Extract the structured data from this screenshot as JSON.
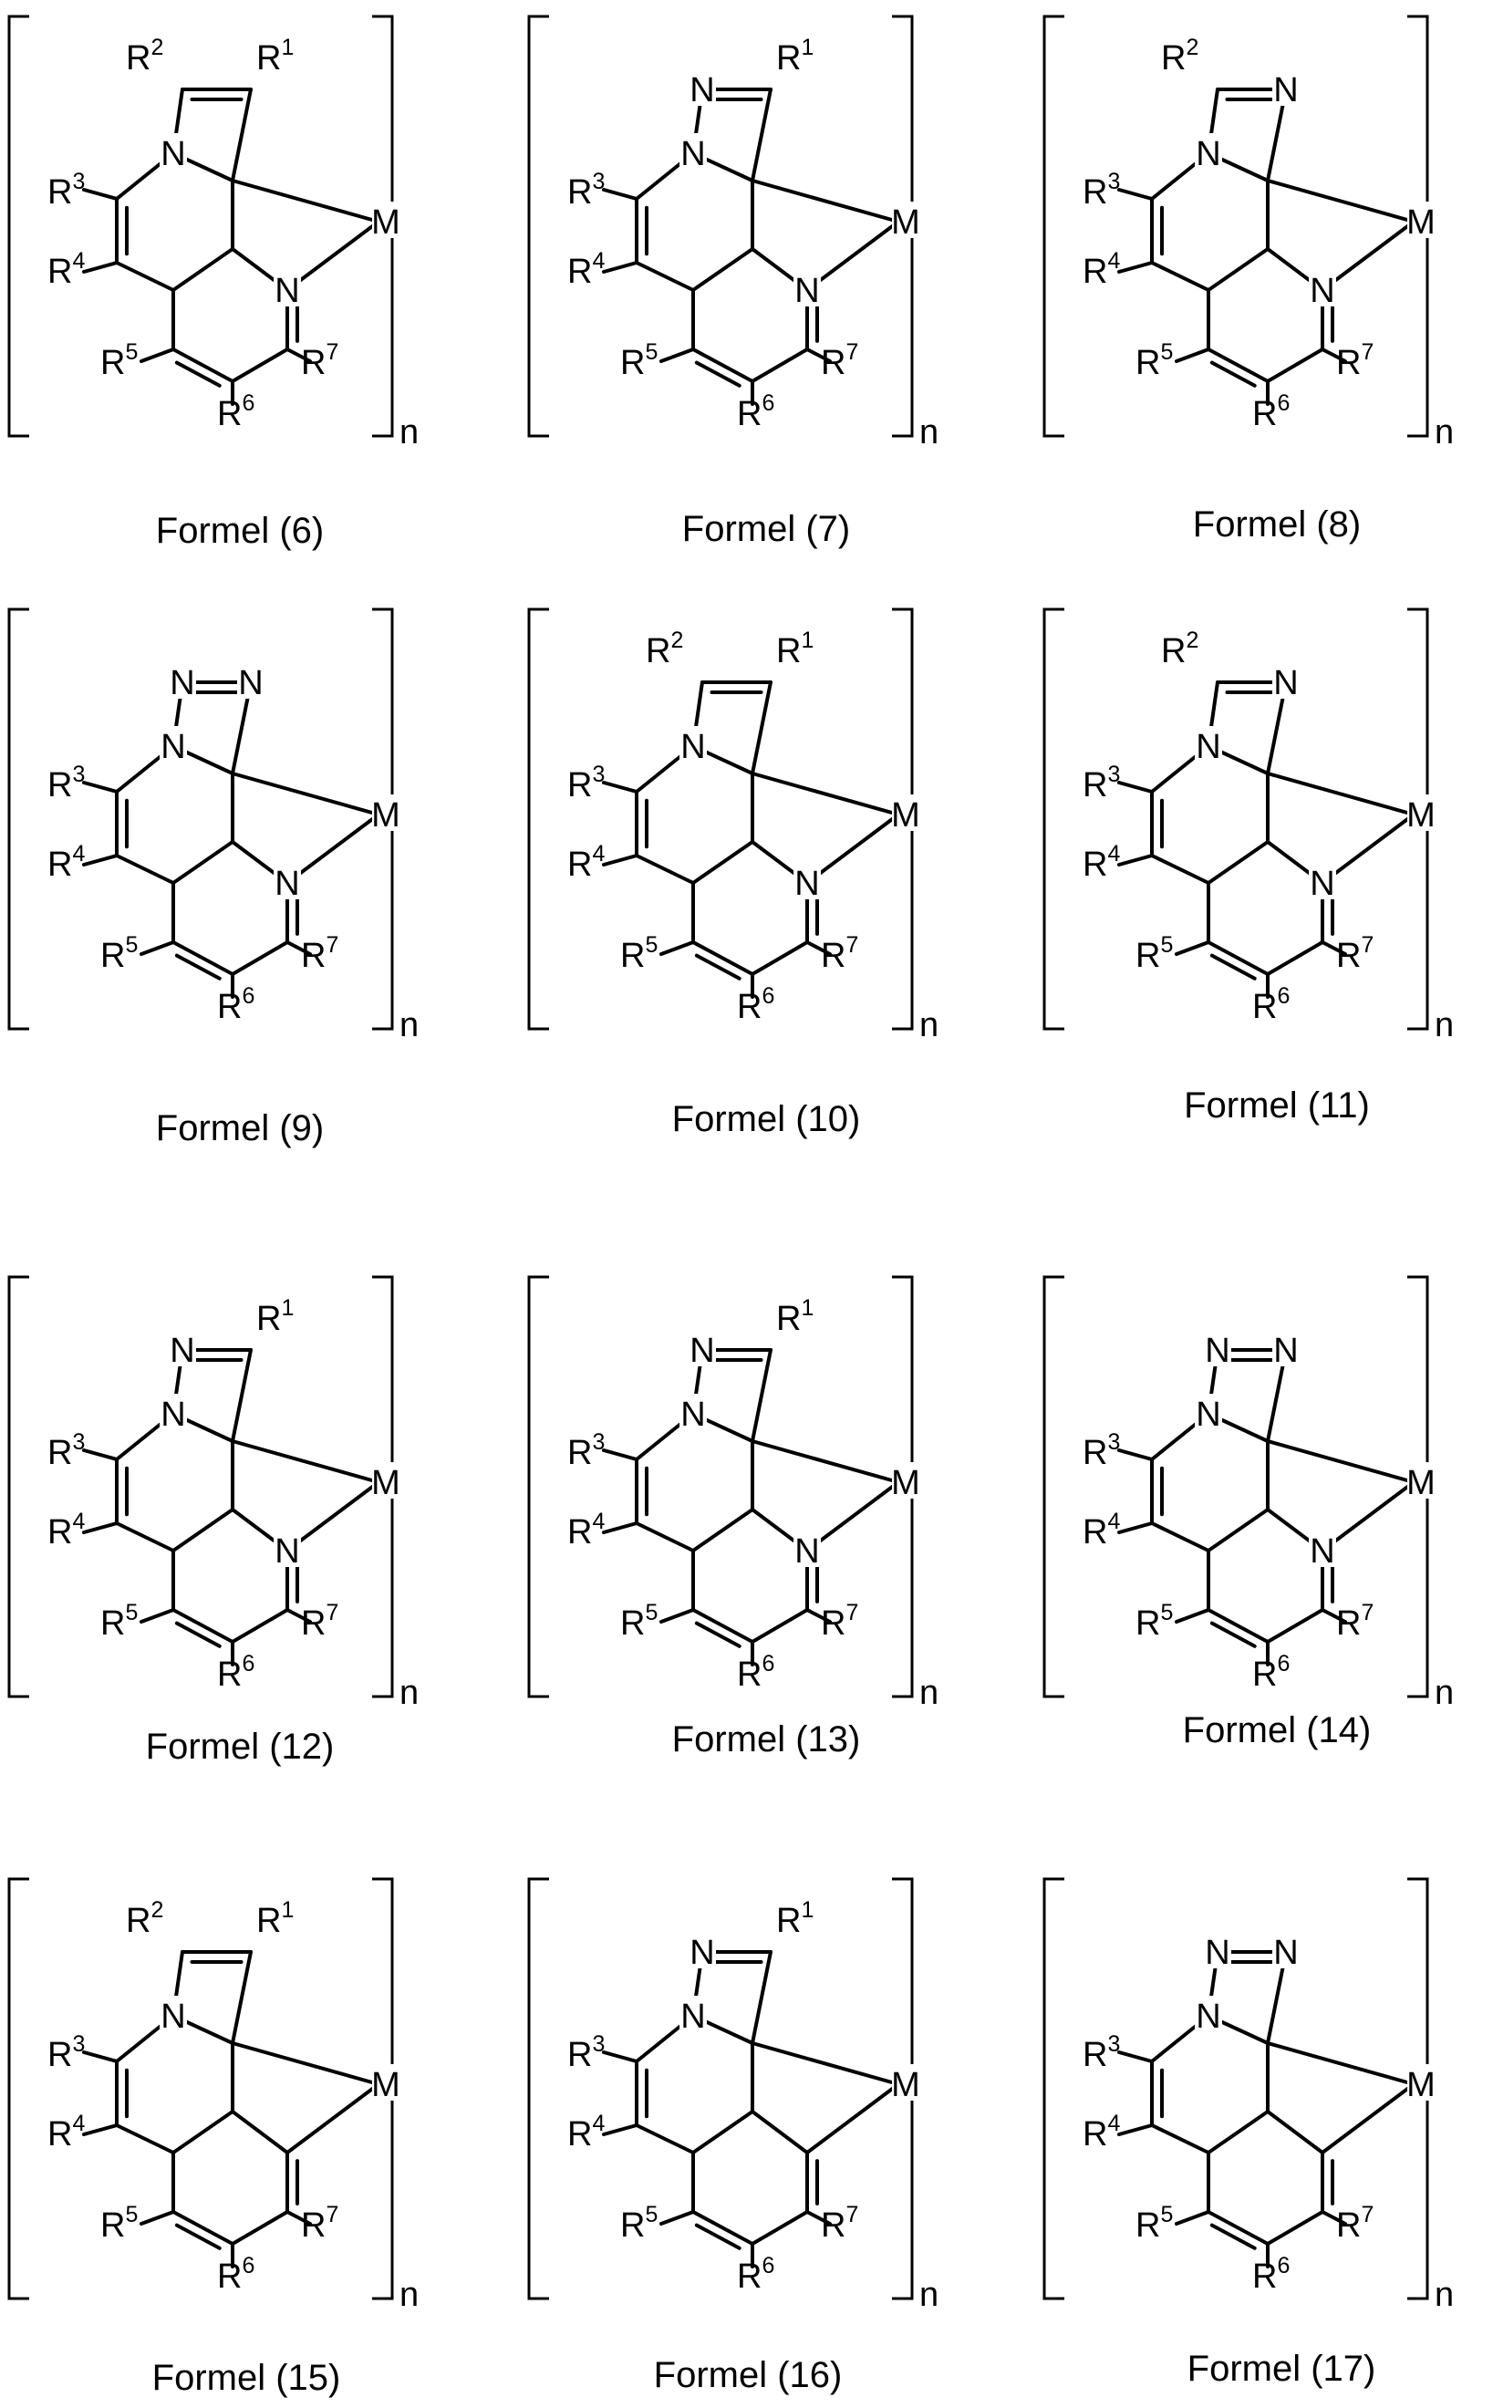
{
  "page": {
    "background": "#ffffff",
    "line_color": "#000000"
  },
  "atoms": {
    "N": "N",
    "M": "M",
    "n": "n"
  },
  "groups": {
    "R": "R",
    "1": "1",
    "2": "2",
    "3": "3",
    "4": "4",
    "5": "5",
    "6": "6",
    "7": "7"
  },
  "captions": {
    "f6": "Formel (6)",
    "f7": "Formel (7)",
    "f8": "Formel (8)",
    "f9": "Formel (9)",
    "f10": "Formel (10)",
    "f11": "Formel (11)",
    "f12": "Formel (12)",
    "f13": "Formel (13)",
    "f14": "Formel (14)",
    "f15": "Formel (15)",
    "f16": "Formel (16)",
    "f17": "Formel (17)"
  },
  "formulas": [
    {
      "id": "f6",
      "type": "A",
      "top": [
        "C",
        "C"
      ],
      "sub": [
        "R2",
        "R1"
      ],
      "central": "N",
      "bottom": "N",
      "grid": [
        "R3",
        "R4",
        "R5",
        "R6",
        "R7"
      ]
    },
    {
      "id": "f7",
      "type": "A",
      "top": [
        "N",
        "C"
      ],
      "sub": [
        null,
        "R1"
      ],
      "central": "N",
      "bottom": "N",
      "grid": [
        "R3",
        "R4",
        "R5",
        "R6",
        "R7"
      ]
    },
    {
      "id": "f8",
      "type": "A",
      "top": [
        "C",
        "N"
      ],
      "sub": [
        "R2",
        null
      ],
      "central": "N",
      "bottom": "N",
      "grid": [
        "R3",
        "R4",
        "R5",
        "R6",
        "R7"
      ]
    },
    {
      "id": "f9",
      "type": "A",
      "top": [
        "N",
        "N"
      ],
      "sub": [
        null,
        null
      ],
      "central": "N",
      "bottom": "N",
      "grid": [
        "R3",
        "R4",
        "R5",
        "R6",
        "R7"
      ]
    },
    {
      "id": "f10",
      "type": "B",
      "top": [
        "C",
        "C"
      ],
      "sub": [
        "R2",
        "R1"
      ],
      "central": "N",
      "bottom": "N",
      "grid": [
        "R3",
        "R4",
        "R5",
        "R6",
        "R7"
      ]
    },
    {
      "id": "f11",
      "type": "B",
      "top": [
        "C",
        "N"
      ],
      "sub": [
        "R2",
        null
      ],
      "central": "N",
      "bottom": "N",
      "grid": [
        "R3",
        "R4",
        "R5",
        "R6",
        "R7"
      ]
    },
    {
      "id": "f12",
      "type": "C",
      "top": [
        "N",
        "C"
      ],
      "sub": [
        null,
        "R1"
      ],
      "central": "N",
      "bottom": "N",
      "grid": [
        "R3",
        "R4",
        "R5",
        "R6",
        "R7"
      ]
    },
    {
      "id": "f13",
      "type": "B",
      "top": [
        "N",
        "C"
      ],
      "sub": [
        null,
        "R1"
      ],
      "central": "N",
      "bottom": "N",
      "grid": [
        "R3",
        "R4",
        "R5",
        "R6",
        "R7"
      ]
    },
    {
      "id": "f14",
      "type": "B",
      "top": [
        "N",
        "N"
      ],
      "sub": [
        null,
        null
      ],
      "central": "N",
      "bottom": "N",
      "grid": [
        "R3",
        "R4",
        "R5",
        "R6",
        "R7"
      ]
    },
    {
      "id": "f15",
      "type": "D",
      "top": [
        "C",
        "C"
      ],
      "sub": [
        "R2",
        "R1"
      ],
      "central": "N",
      "bottom": "C",
      "grid": [
        "R3",
        "R4",
        "R5",
        "R6",
        "R7"
      ]
    },
    {
      "id": "f16",
      "type": "D",
      "top": [
        "N",
        "C"
      ],
      "sub": [
        null,
        "R1"
      ],
      "central": "N",
      "bottom": "C",
      "grid": [
        "R3",
        "R4",
        "R5",
        "R6",
        "R7"
      ]
    },
    {
      "id": "f17",
      "type": "D",
      "top": [
        "N",
        "N"
      ],
      "sub": [
        null,
        null
      ],
      "central": "N",
      "bottom": "C",
      "grid": [
        "R3",
        "R4",
        "R5",
        "R6",
        "R7"
      ]
    }
  ]
}
